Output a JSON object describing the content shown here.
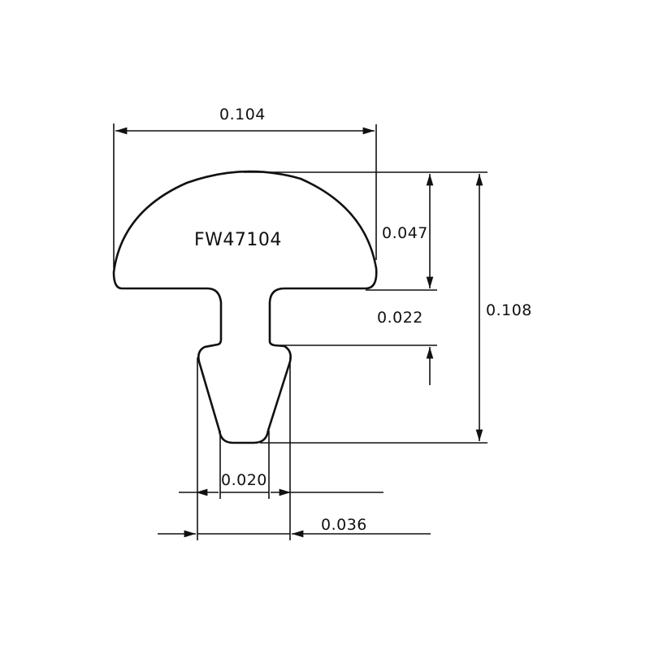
{
  "drawing": {
    "part_number": "FW47104",
    "dimensions": {
      "crown_width": "0.104",
      "crown_height": "0.047",
      "neck_height": "0.022",
      "total_height": "0.108",
      "tang_width": "0.020",
      "barb_width": "0.036"
    },
    "line_color": "#111111",
    "background": "#ffffff"
  }
}
